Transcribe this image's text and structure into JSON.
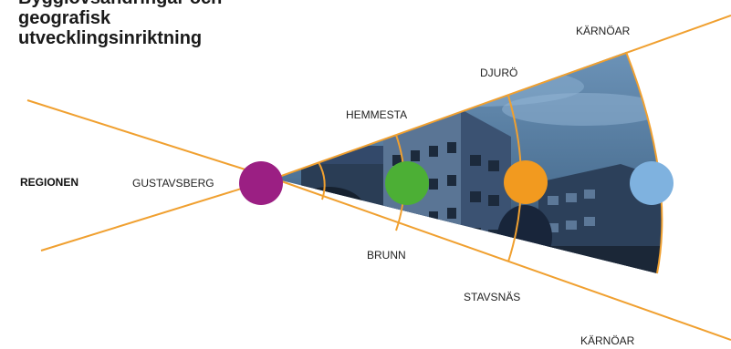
{
  "title": {
    "line1": "Bygglovsändringar och geografisk",
    "line2": "utvecklingsinriktning"
  },
  "labels": {
    "regionen": "REGIONEN",
    "gustavsberg": "GUSTAVSBERG",
    "hemmesta": "HEMMESTA",
    "brunn": "BRUNN",
    "djuro": "DJURÖ",
    "stavsnas": "STAVSNÄS",
    "karnoar_top": "KÄRNÖAR",
    "karnoar_bottom": "KÄRNÖAR"
  },
  "colors": {
    "line": "#f0a030",
    "gustavsberg": "#9b1f83",
    "hemmesta_brunn": "#4caf35",
    "djuro_stavsnas": "#f29a1f",
    "karnoar": "#7fb2df",
    "photo_sky": "#5f87ad",
    "photo_building": "#1f2f45"
  },
  "photo_subject": "apartment buildings, blue-toned photo inside the wedge"
}
